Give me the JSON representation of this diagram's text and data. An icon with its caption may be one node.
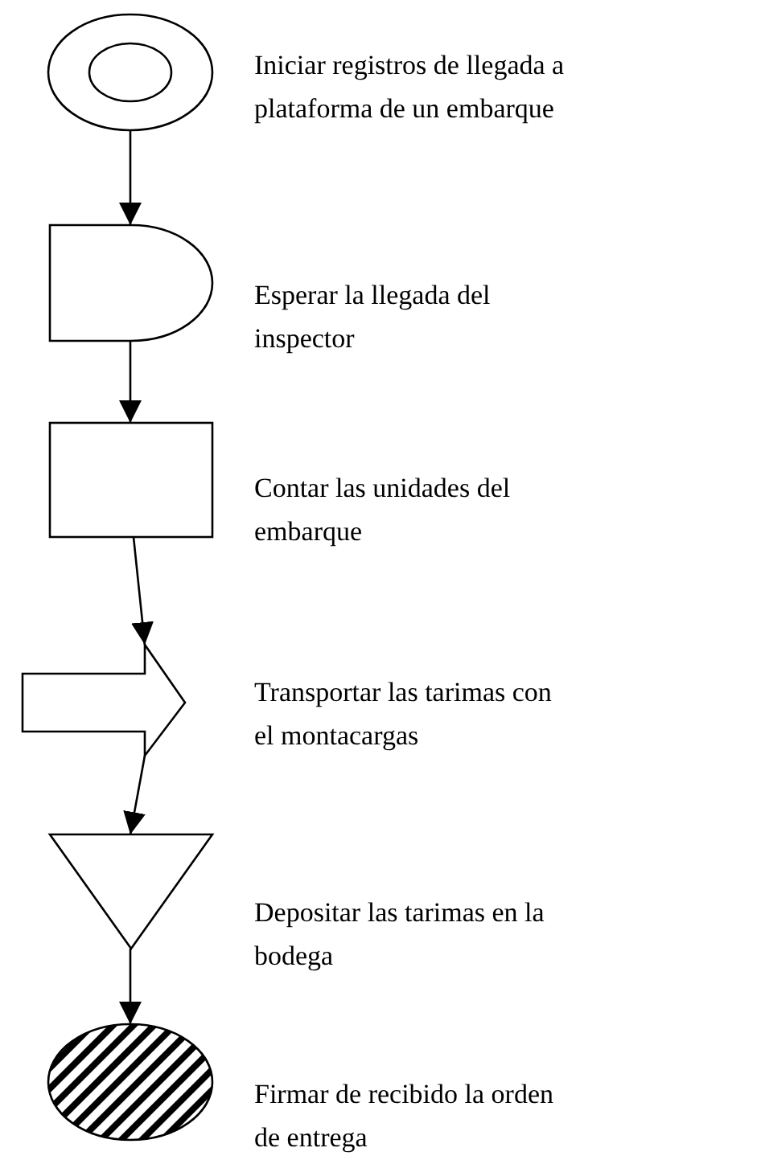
{
  "diagram": {
    "nodes": [
      {
        "text": [],
        "shape": "ellipse",
        "beside": [
          "Iniciar registros de llegada a plataforma de un embarque"
        ]
      },
      {
        "text": [],
        "shape": "delay",
        "beside": [
          "Esperar la llegada del inspector"
        ]
      },
      {
        "text": [],
        "shape": "box",
        "beside": [
          "Contar las unidades del embarque"
        ]
      },
      {
        "text": [],
        "shape": "arrow",
        "beside": [
          "Transportar las tarimas con el montacargas"
        ]
      },
      {
        "text": [],
        "shape": "triangle",
        "beside": [
          "Depositar las tarimas en la bodega"
        ]
      },
      {
        "text": [],
        "shape": "ellipse",
        "beside": [
          "Firmar de recibido la orden de entrega"
        ]
      }
    ],
    "edges": [
      {
        "from": 0,
        "to": 1,
        "arrow": "to"
      },
      {
        "from": 1,
        "to": 2,
        "arrow": "to"
      },
      {
        "from": 2,
        "to": 3,
        "arrow": "to"
      },
      {
        "from": 3,
        "to": 4,
        "arrow": "to"
      },
      {
        "from": 4,
        "to": 5,
        "arrow": "to"
      }
    ]
  }
}
